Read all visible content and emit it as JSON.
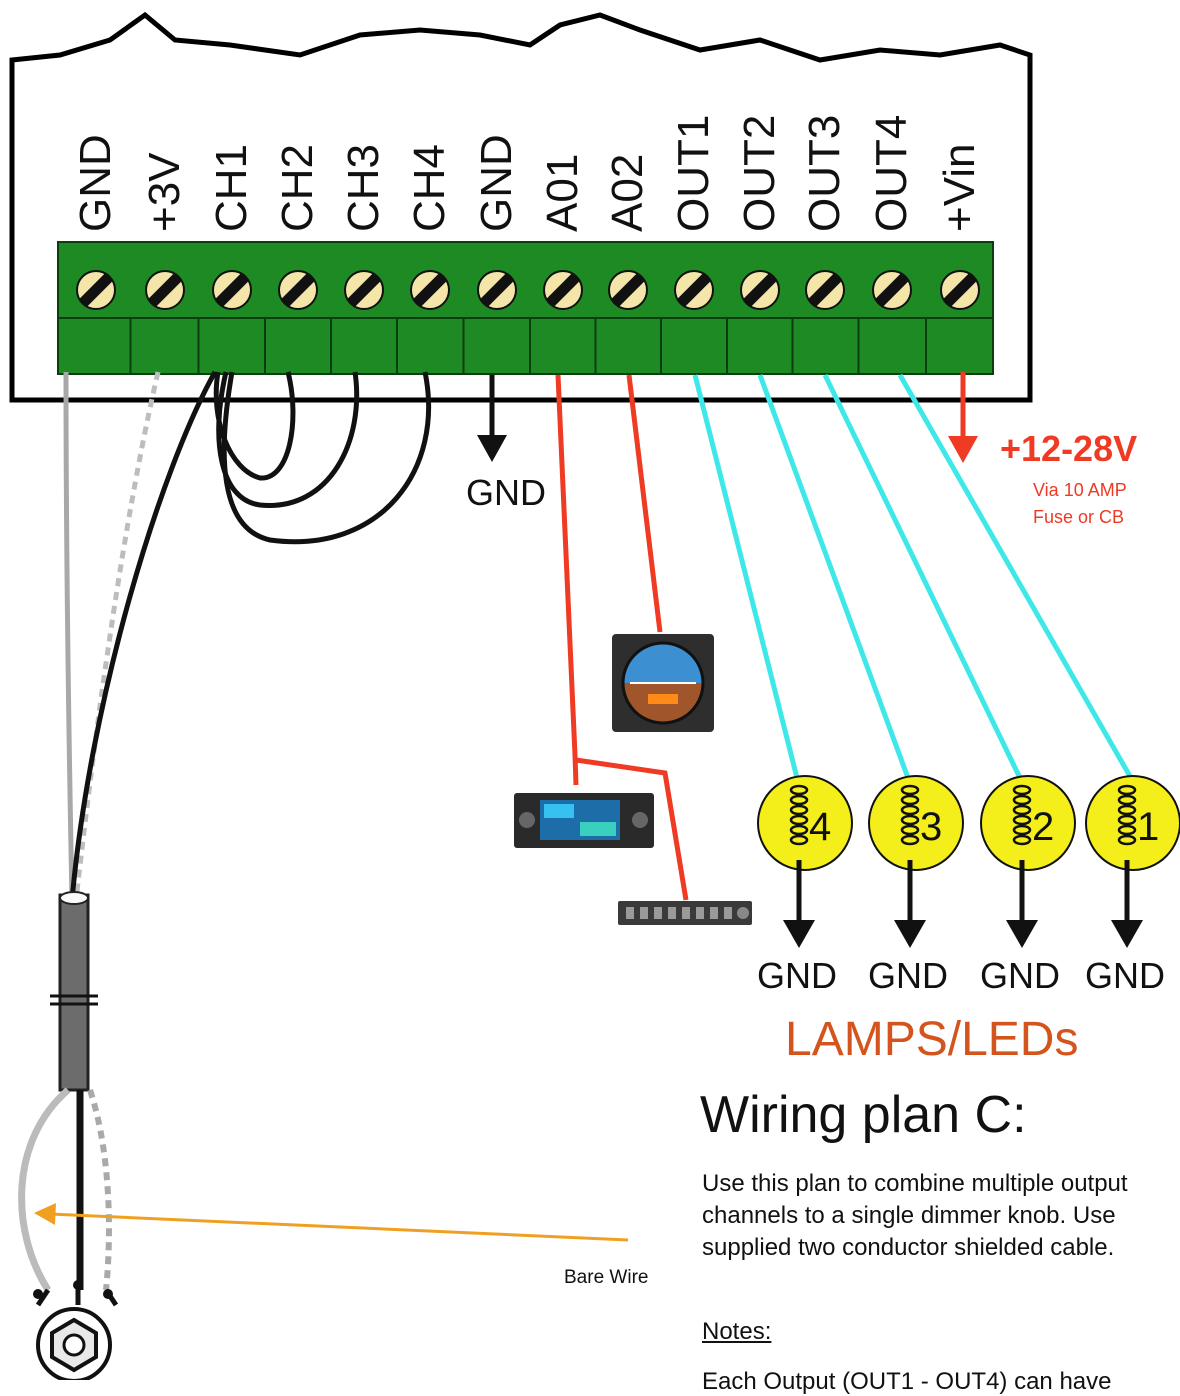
{
  "terminals": [
    "GND",
    "+3V",
    "CH1",
    "CH2",
    "CH3",
    "CH4",
    "GND",
    "A01",
    "A02",
    "OUT1",
    "OUT2",
    "OUT3",
    "OUT4",
    "+Vin"
  ],
  "gnd_label": "GND",
  "supply": {
    "voltage": "+12-28V",
    "note_line1": "Via 10 AMP",
    "note_line2": "Fuse or CB",
    "color": "#ef3a24"
  },
  "lamps": [
    {
      "number": "4",
      "ground": "GND"
    },
    {
      "number": "3",
      "ground": "GND"
    },
    {
      "number": "2",
      "ground": "GND"
    },
    {
      "number": "1",
      "ground": "GND"
    }
  ],
  "lamps_label": "LAMPS/LEDs",
  "bare_wire_label": "Bare Wire",
  "plan_title": "Wiring plan C:",
  "plan_description": "Use this plan to combine multiple output channels to a single dimmer knob.  Use supplied  two conductor shielded cable.",
  "notes_heading": "Notes:",
  "notes_text": "Each Output (OUT1 - OUT4) can have",
  "colors": {
    "terminal_block": "#1e8a24",
    "output_wire": "#3ee8e8",
    "aux_wire": "#ef3a24",
    "lamp": "#f4ee1a",
    "lamps_label": "#d4541e",
    "bare_wire_arrow": "#f0a020"
  },
  "icons": [
    "screw-terminal-icon",
    "attitude-indicator-icon",
    "gps-radio-icon",
    "audio-panel-icon",
    "lamp-icon",
    "potentiometer-icon"
  ]
}
